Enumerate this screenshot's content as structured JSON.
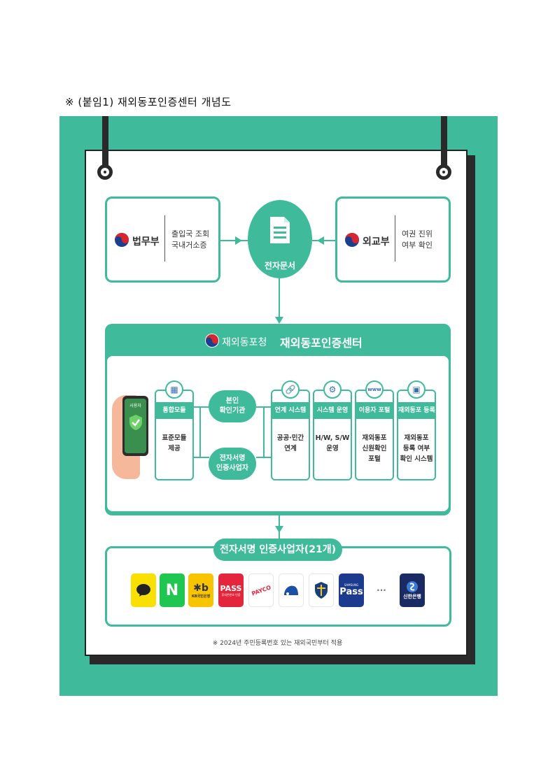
{
  "caption": "※ (붙임1) 재외동포인증센터 개념도",
  "ministry_left": {
    "name": "법무부",
    "desc": [
      "출입국 조회",
      "국내거소증"
    ]
  },
  "ministry_right": {
    "name": "외교부",
    "desc": [
      "여권 진위",
      "여부 확인"
    ]
  },
  "edoc_label": "전자문서",
  "center": {
    "agency": "재외동포청",
    "title": "재외동포인증센터"
  },
  "user": {
    "label": "사용자"
  },
  "modules": [
    {
      "title": "통합모듈",
      "desc": [
        "표준모듈",
        "제공"
      ]
    },
    {
      "title": "연계 시스템",
      "desc": [
        "공공·민간",
        "연계"
      ]
    },
    {
      "title": "시스템 운영",
      "desc": [
        "H/W, S/W",
        "운영"
      ]
    },
    {
      "title": "이용자 포털",
      "desc": [
        "재외동포",
        "신원확인",
        "포털"
      ]
    },
    {
      "title": "재외동포 등록",
      "desc": [
        "재외동포",
        "등록 여부",
        "확인 시스템"
      ]
    }
  ],
  "pills": [
    {
      "lines": [
        "본인",
        "확인기관"
      ]
    },
    {
      "lines": [
        "전자서명",
        "인증사업자"
      ]
    }
  ],
  "providers_title": "전자서명 인증사업자(21개)",
  "providers": [
    {
      "name": "kakao",
      "text": "",
      "bg": "#f9e000",
      "fg": "#222"
    },
    {
      "name": "naver",
      "text": "N",
      "bg": "#1fc64f",
      "fg": "#ffffff"
    },
    {
      "name": "kb",
      "text": "KB국민은행",
      "bg": "#f8c400",
      "fg": "#333"
    },
    {
      "name": "pass",
      "text": "PASS",
      "bg": "#e3263b",
      "fg": "#ffffff"
    },
    {
      "name": "payco",
      "text": "PAYCO",
      "bg": "#ffffff",
      "fg": "#e3263b"
    },
    {
      "name": "toss",
      "text": "",
      "bg": "#ffffff",
      "fg": "#1b4fa8"
    },
    {
      "name": "shield-brand",
      "text": "",
      "bg": "#ffffff",
      "fg": "#1b3f7a"
    },
    {
      "name": "samsung-pass",
      "text": "Pass",
      "bg": "#1c3b8f",
      "fg": "#ffffff"
    },
    {
      "name": "ellipsis",
      "text": "···",
      "bg": "#ffffff",
      "fg": "#777"
    },
    {
      "name": "shinhan",
      "text": "신한은행",
      "bg": "#1a2b63",
      "fg": "#ffffff"
    }
  ],
  "provider_extra": {
    "kb_sub": "KB국민은행",
    "pass_sub": "휴대폰번호 인증",
    "samsung_sub": "SAMSUNG"
  },
  "footnote": "※ 2024년 주민등록번호 있는 재외국민부터 적용",
  "colors": {
    "accent": "#3fbb9c",
    "dark": "#2a2a2a"
  }
}
